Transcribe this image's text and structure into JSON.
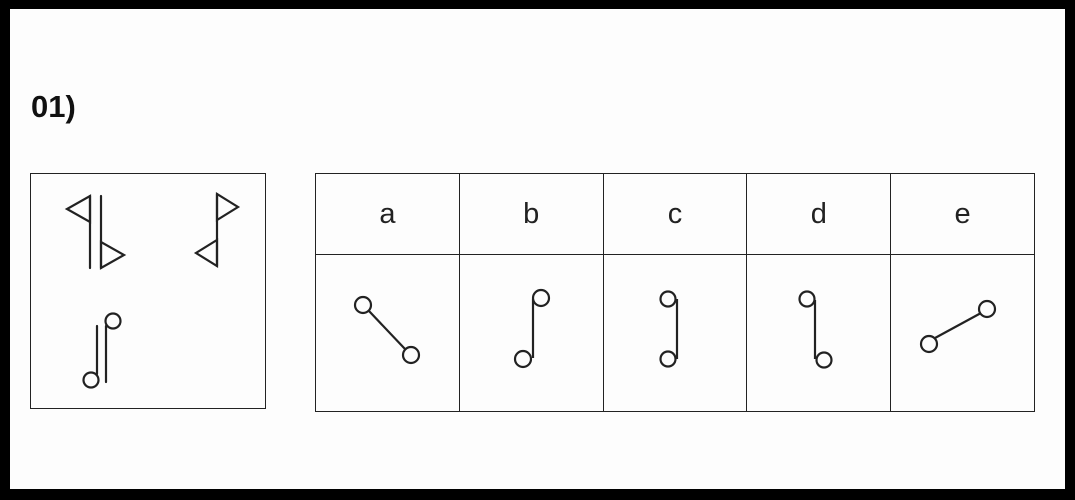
{
  "question": {
    "number": "01)"
  },
  "sample_figures": [
    "flag-pair-icon",
    "flag-zigzag-icon",
    "loop-pair-icon"
  ],
  "options": [
    {
      "label": "a",
      "icon": "diagonal-dumbbell-down-icon"
    },
    {
      "label": "b",
      "icon": "hook-up-right-icon"
    },
    {
      "label": "c",
      "icon": "hook-left-icon"
    },
    {
      "label": "d",
      "icon": "hook-right-icon"
    },
    {
      "label": "e",
      "icon": "diagonal-dumbbell-up-icon"
    }
  ]
}
